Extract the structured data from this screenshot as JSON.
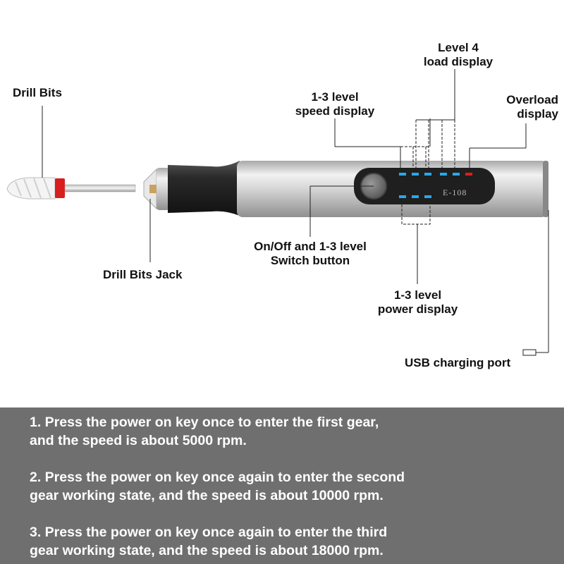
{
  "labels": {
    "drill_bits": "Drill Bits",
    "drill_bits_jack": "Drill Bits Jack",
    "switch_button": [
      "On/Off and 1-3 level",
      "Switch button"
    ],
    "speed_display": [
      "1-3 level",
      "speed display"
    ],
    "load_display": [
      "Level 4",
      "load display"
    ],
    "overload_display": [
      "Overload",
      "display"
    ],
    "power_display": [
      "1-3 level",
      "power display"
    ],
    "usb_port": "USB charging port"
  },
  "device": {
    "model": "E-108"
  },
  "colors": {
    "led_blue": "#29a8ea",
    "led_red": "#e21b1b",
    "panel_bg": "#6f6f6f",
    "bit_band": "#d81e1e"
  },
  "instructions": [
    [
      "1. Press the power on key once to enter the first gear,",
      "and the speed is about 5000 rpm."
    ],
    [
      "2. Press the power on key once again to enter the second",
      "gear working state, and the speed is about 10000 rpm."
    ],
    [
      "3. Press the power on key once again to enter the third",
      "gear working state, and the speed is about 18000 rpm."
    ]
  ]
}
